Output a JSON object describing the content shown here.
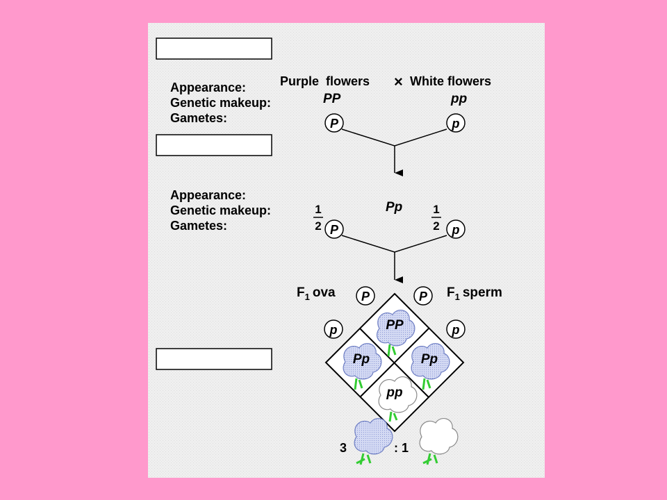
{
  "labels": {
    "appearance": "Appearance:",
    "genetic_makeup": "Genetic makeup:",
    "gametes": "Gametes:"
  },
  "p_generation": {
    "purple": "Purple  flowers",
    "cross": "×",
    "white": "White flowers",
    "purple_genotype": "PP",
    "white_genotype": "pp",
    "gamete_dominant": "P",
    "gamete_recessive": "p"
  },
  "f1_generation": {
    "genotype": "Pp",
    "fraction_numerator": "1",
    "fraction_denominator": "2",
    "gamete_dominant": "P",
    "gamete_recessive": "p"
  },
  "punnett": {
    "ova_label": "F",
    "ova_sub": "1",
    "ova_word": "ova",
    "sperm_label": "F",
    "sperm_sub": "1",
    "sperm_word": "sperm",
    "ova_top": "P",
    "ova_bottom": "p",
    "sperm_top": "P",
    "sperm_bottom": "p",
    "cell_top": "PP",
    "cell_left": "Pp",
    "cell_right": "Pp",
    "cell_bottom": "pp"
  },
  "ratio": {
    "purple_count": "3",
    "separator": ": 1"
  },
  "colors": {
    "page_background": "#ff99cc",
    "panel_background": "#efefef",
    "purple_flower": "#c9d0ee",
    "purple_flower_stroke": "#6f7fc4",
    "stem": "#33cc33"
  }
}
